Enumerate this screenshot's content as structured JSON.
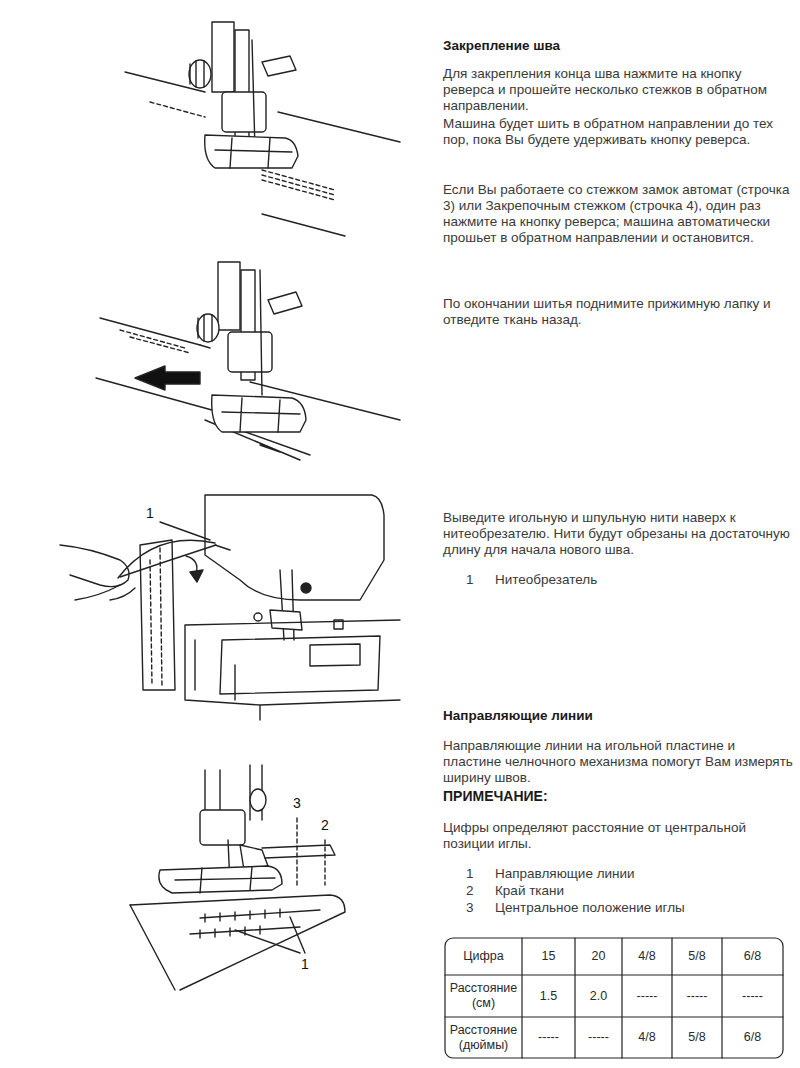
{
  "diagram": {
    "labels": [
      "Закрепление шва",
      "Для закрепления конца шва нажмите на кнопку реверса и прошейте несколько стежков в обратном направлении.",
      "Машина будет шить в обратном направлении до тех пор, пока Вы будете удерживать кнопку реверса.",
      "Если Вы работаете со стежком замок автомат (строчка 3) или Закрепочным стежком (строчка 4), один раз нажмите на кнопку реверса; машина автоматически прошьет в обратном направлении и остановится.",
      "По окончании шитья поднимите прижимную лапку и отведите ткань назад.",
      "1",
      "Выведите игольную и шпульную нити наверх к нитеобрезателю. Нити будут обрезаны на достаточную длину для начала нового шва.",
      "1",
      "Нитеобрезатель",
      "3",
      "2",
      "1",
      "Направляющие линии",
      "Направляющие линии на игольной пластине и пластине челночного механизма помогут Вам измерять ширину швов.",
      "ПРИМЕЧАНИЕ:",
      "Цифры определяют расстояние от центральной позиции иглы.",
      "1",
      "Направляющие линии",
      "2",
      "Край ткани",
      "3",
      "Центральное положение иглы",
      "Цифра",
      "15",
      "20",
      "4/8",
      "5/8",
      "6/8",
      "Расстояние (см)",
      "1.5",
      "2.0",
      "-----",
      "-----",
      "-----",
      "Расстояние (дюймы)",
      "-----",
      "-----",
      "4/8",
      "5/8",
      "6/8"
    ]
  }
}
